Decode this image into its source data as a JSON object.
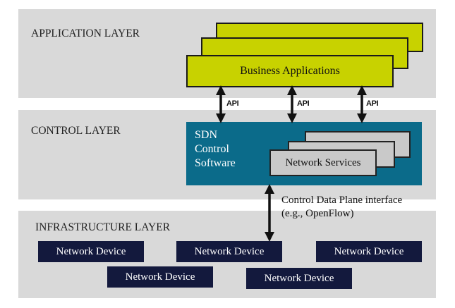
{
  "layers": {
    "application": "APPLICATION LAYER",
    "control": "CONTROL LAYER",
    "infrastructure": "INFRASTRUCTURE LAYER"
  },
  "applications": {
    "label": "Business Applications"
  },
  "api": [
    "API",
    "API",
    "API"
  ],
  "control": {
    "sdn_lines": [
      "SDN",
      "Control",
      "Software"
    ],
    "services_label": "Network Services"
  },
  "interface": {
    "line1": "Control Data Plane interface",
    "line2": "(e.g., OpenFlow)"
  },
  "devices": [
    "Network Device",
    "Network Device",
    "Network Device",
    "Network Device",
    "Network Device"
  ],
  "colors": {
    "layer_band": "#d9d9d9",
    "applications": "#c8d200",
    "control_box": "#0b6b8a",
    "services": "#c9c9c9",
    "device": "#13193d"
  }
}
